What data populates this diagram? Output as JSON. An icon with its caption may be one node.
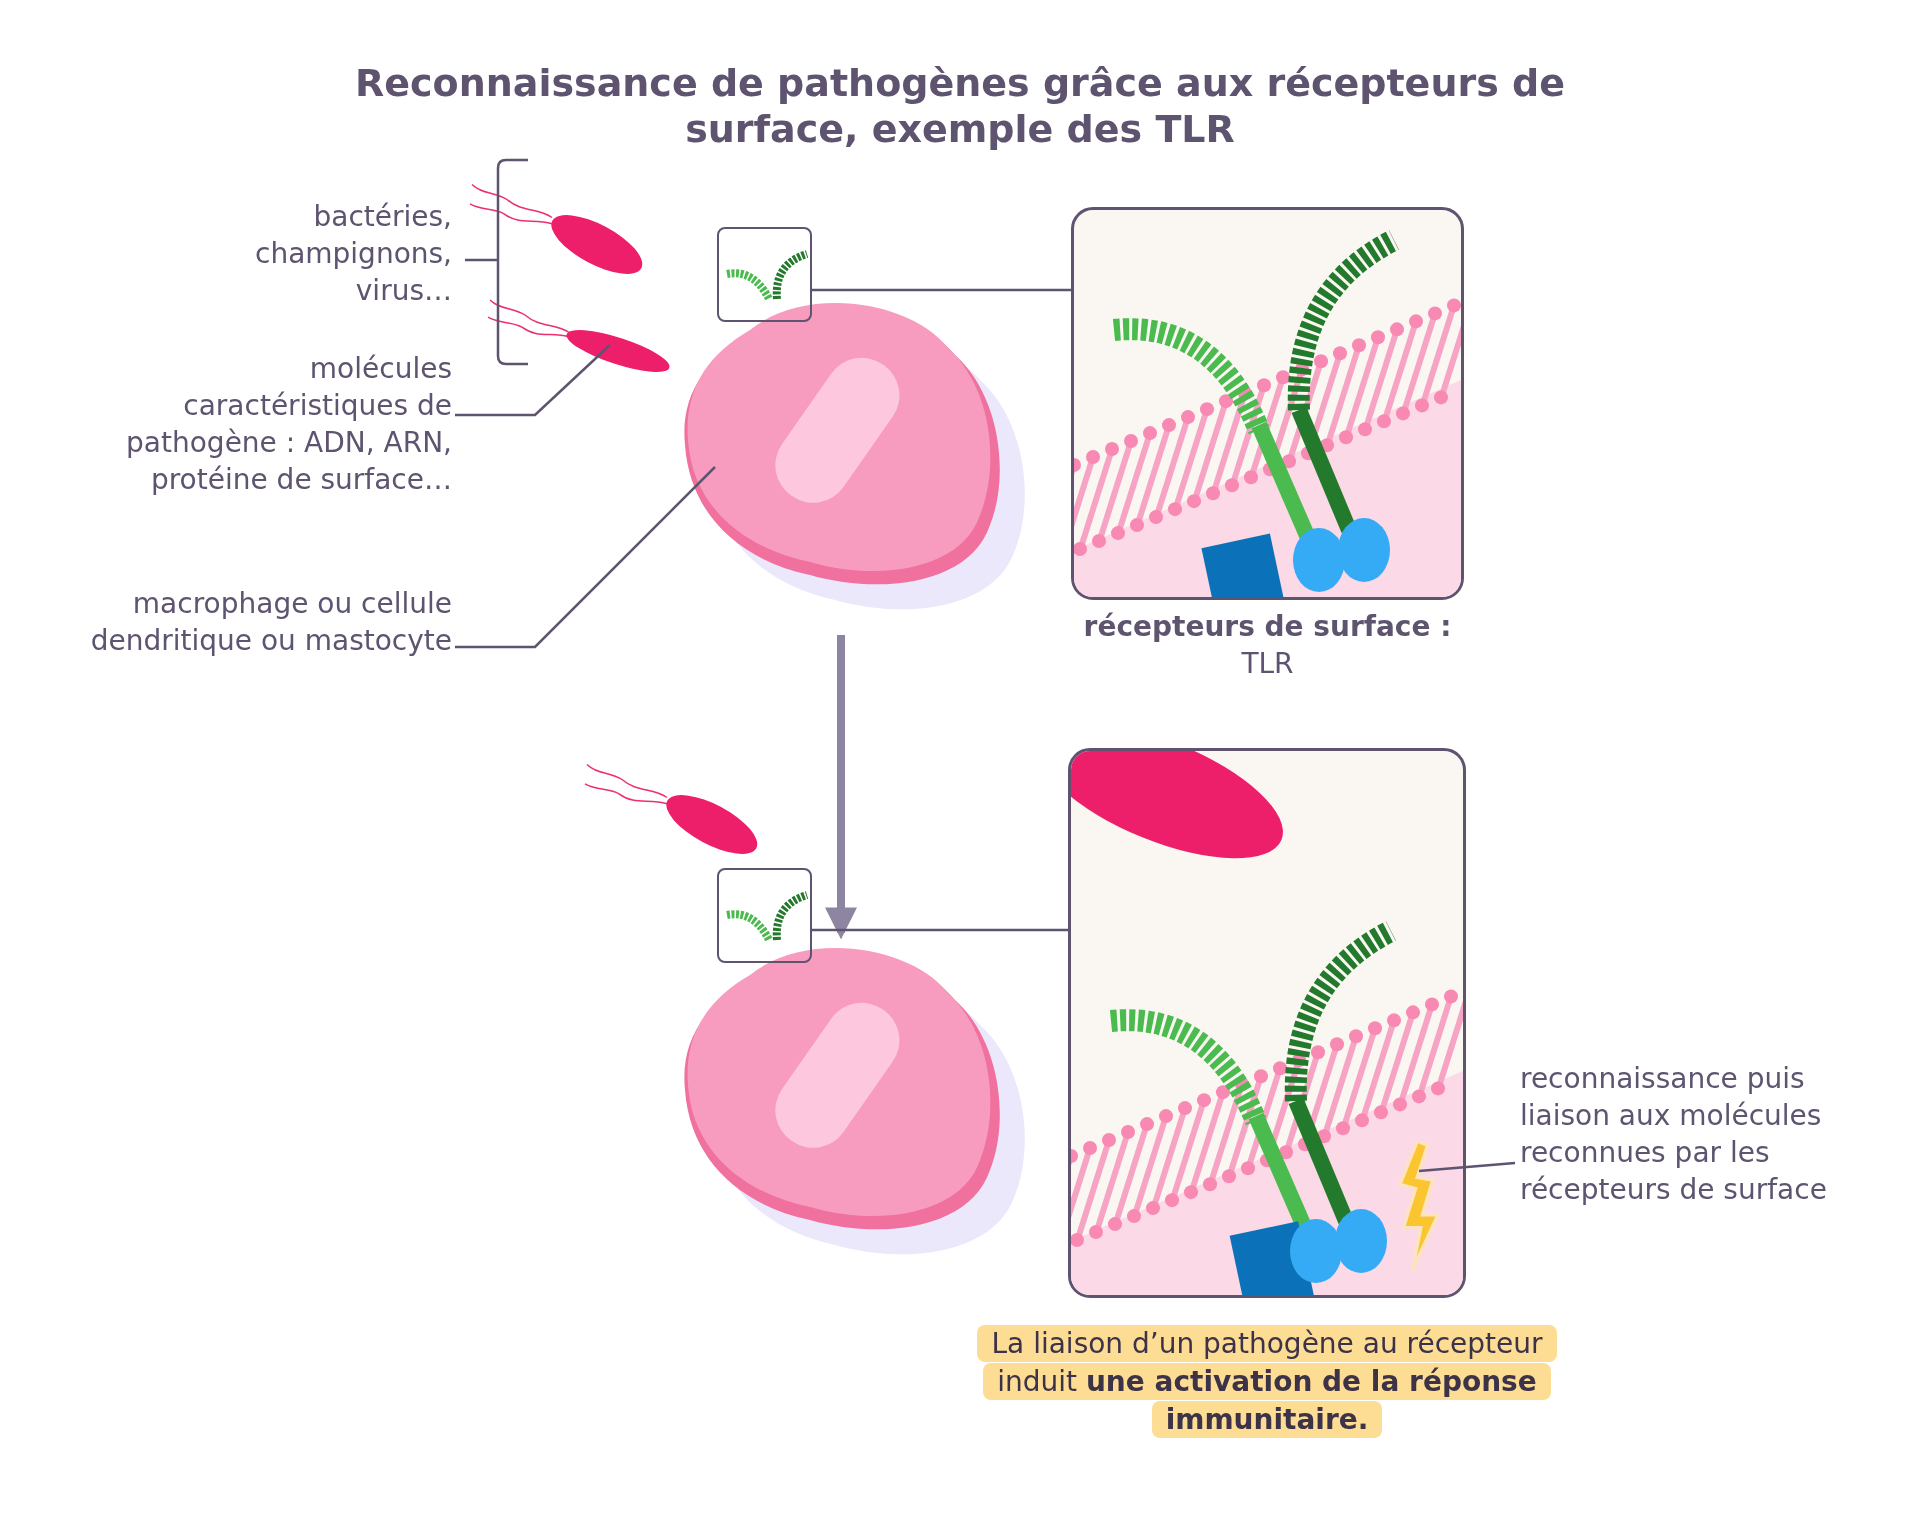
{
  "diagram": {
    "title": "Reconnaissance de pathogènes grâce aux récepteurs de surface, exemple des TLR",
    "nodes": [
      {
        "text": [
          "molécules caractéristiques de pathogène : ADN, ARN, protéine de surface…"
        ]
      },
      {
        "text": [],
        "shape": "picture"
      },
      {
        "text": [
          "macrophage ou cellule dendritique ou mastocyte"
        ]
      },
      {
        "text": [],
        "shape": "picture"
      },
      {
        "text": [],
        "shape": "box"
      },
      {
        "text": [],
        "shape": "box",
        "beside": [
          "**récepteurs de surface :** TLR"
        ]
      },
      {
        "text": [],
        "shape": "picture"
      },
      {
        "text": [],
        "shape": "box"
      },
      {
        "text": [],
        "shape": "box"
      },
      {
        "text": [],
        "shape": "picture",
        "in": 8
      },
      {
        "text": [
          "reconnaissance puis liaison aux molécules reconnues par les récepteurs de surface"
        ]
      }
    ],
    "edges": [
      {
        "from": 0,
        "to": 1,
        "arrow": "none"
      },
      {
        "from": 2,
        "to": 3,
        "arrow": "none"
      },
      {
        "from": 4,
        "to": 5,
        "arrow": "none"
      },
      {
        "from": 3,
        "to": 6,
        "arrow": "to",
        "style": "thick"
      },
      {
        "from": 7,
        "to": 8,
        "arrow": "none"
      },
      {
        "from": 10,
        "to": 9,
        "arrow": "none"
      }
    ],
    "labels": [
      "bactéries, champignons, virus…",
      "La liaison d’un pathogène au récepteur induit **une activation de la réponse immunitaire.**"
    ]
  }
}
